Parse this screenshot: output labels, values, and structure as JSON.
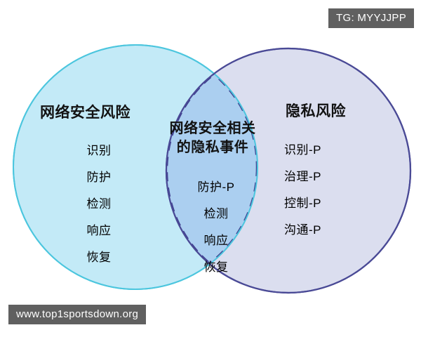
{
  "diagram": {
    "type": "venn",
    "left_set": {
      "title": "网络安全风险",
      "items": [
        "识别",
        "防护",
        "检测",
        "响应",
        "恢复"
      ],
      "fill_color": "#c3eaf7",
      "stroke_color": "#4cc6de"
    },
    "right_set": {
      "title": "隐私风险",
      "items": [
        "识别-P",
        "治理-P",
        "控制-P",
        "沟通-P"
      ],
      "fill_color": "#d8dbee",
      "stroke_color": "#4a4a96"
    },
    "intersection": {
      "title_line1": "网络安全相关",
      "title_line2": "的隐私事件",
      "items": [
        "防护-P",
        "检测",
        "响应",
        "恢复"
      ],
      "fill_color": "#a9cdef",
      "stroke_color": "#3f3f8f"
    }
  },
  "watermarks": {
    "tg_badge": "TG: MYYJJPP",
    "url_badge": "www.top1sportsdown.org"
  }
}
